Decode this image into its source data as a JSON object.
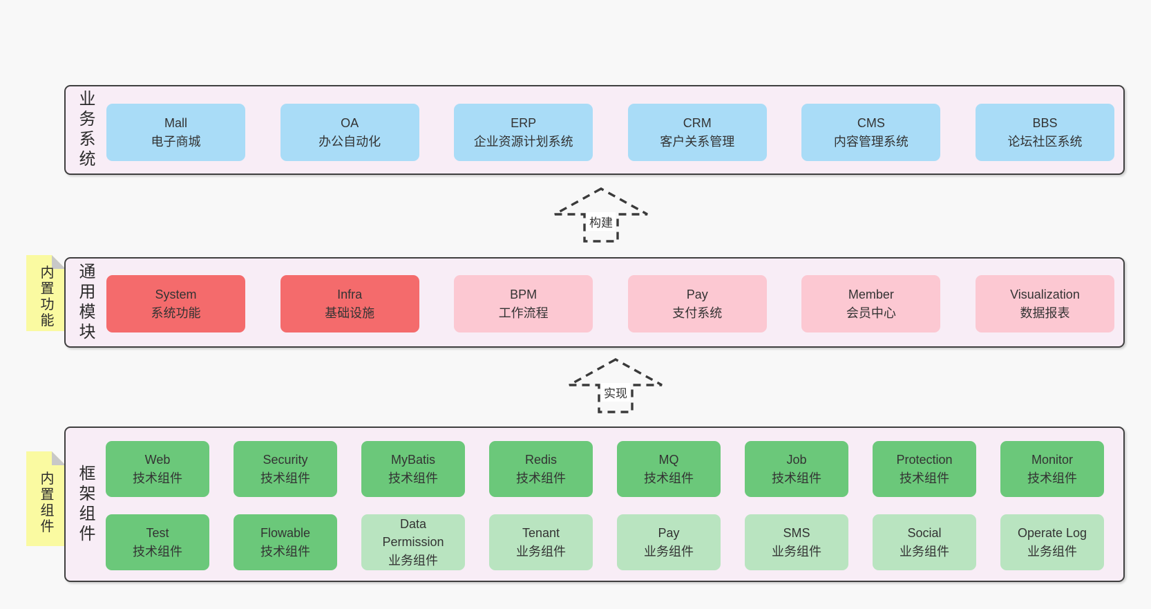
{
  "colors": {
    "page_bg": "#f8f8f8",
    "panel_bg": "#f8edf6",
    "panel_border": "#3f3f3f",
    "blue": "#a9dcf7",
    "red": "#f46b6c",
    "pink": "#fcc8d2",
    "green": "#6bc87a",
    "light_green": "#b9e4c0",
    "yellow": "#fafaa1",
    "fold": "#c8c8c8",
    "text": "#333333",
    "arrow": "#3a3a3a",
    "arrow_label_bg": "#ffffff"
  },
  "sections": [
    {
      "id": "business",
      "side_label": "业务系统",
      "tab_label": null,
      "rows": [
        [
          {
            "name": "Mall",
            "desc": "电子商城",
            "color": "blue"
          },
          {
            "name": "OA",
            "desc": "办公自动化",
            "color": "blue"
          },
          {
            "name": "ERP",
            "desc": "企业资源计划系统",
            "color": "blue"
          },
          {
            "name": "CRM",
            "desc": "客户关系管理",
            "color": "blue"
          },
          {
            "name": "CMS",
            "desc": "内容管理系统",
            "color": "blue"
          },
          {
            "name": "BBS",
            "desc": "论坛社区系统",
            "color": "blue"
          }
        ]
      ]
    },
    {
      "id": "modules",
      "side_label": "通用模块",
      "tab_label": "内置功能",
      "rows": [
        [
          {
            "name": "System",
            "desc": "系统功能",
            "color": "red"
          },
          {
            "name": "Infra",
            "desc": "基础设施",
            "color": "red"
          },
          {
            "name": "BPM",
            "desc": "工作流程",
            "color": "pink"
          },
          {
            "name": "Pay",
            "desc": "支付系统",
            "color": "pink"
          },
          {
            "name": "Member",
            "desc": "会员中心",
            "color": "pink"
          },
          {
            "name": "Visualization",
            "desc": "数据报表",
            "color": "pink"
          }
        ]
      ]
    },
    {
      "id": "components",
      "side_label": "框架组件",
      "tab_label": "内置组件",
      "rows": [
        [
          {
            "name": "Web",
            "desc": "技术组件",
            "color": "green"
          },
          {
            "name": "Security",
            "desc": "技术组件",
            "color": "green"
          },
          {
            "name": "MyBatis",
            "desc": "技术组件",
            "color": "green"
          },
          {
            "name": "Redis",
            "desc": "技术组件",
            "color": "green"
          },
          {
            "name": "MQ",
            "desc": "技术组件",
            "color": "green"
          },
          {
            "name": "Job",
            "desc": "技术组件",
            "color": "green"
          },
          {
            "name": "Protection",
            "desc": "技术组件",
            "color": "green"
          },
          {
            "name": "Monitor",
            "desc": "技术组件",
            "color": "green"
          }
        ],
        [
          {
            "name": "Test",
            "desc": "技术组件",
            "color": "green"
          },
          {
            "name": "Flowable",
            "desc": "技术组件",
            "color": "green"
          },
          {
            "name": "Data Permission",
            "desc": "业务组件",
            "color": "light_green"
          },
          {
            "name": "Tenant",
            "desc": "业务组件",
            "color": "light_green"
          },
          {
            "name": "Pay",
            "desc": "业务组件",
            "color": "light_green"
          },
          {
            "name": "SMS",
            "desc": "业务组件",
            "color": "light_green"
          },
          {
            "name": "Social",
            "desc": "业务组件",
            "color": "light_green"
          },
          {
            "name": "Operate Log",
            "desc": "业务组件",
            "color": "light_green"
          }
        ]
      ]
    }
  ],
  "arrows": [
    {
      "label": "构建"
    },
    {
      "label": "实现"
    }
  ]
}
